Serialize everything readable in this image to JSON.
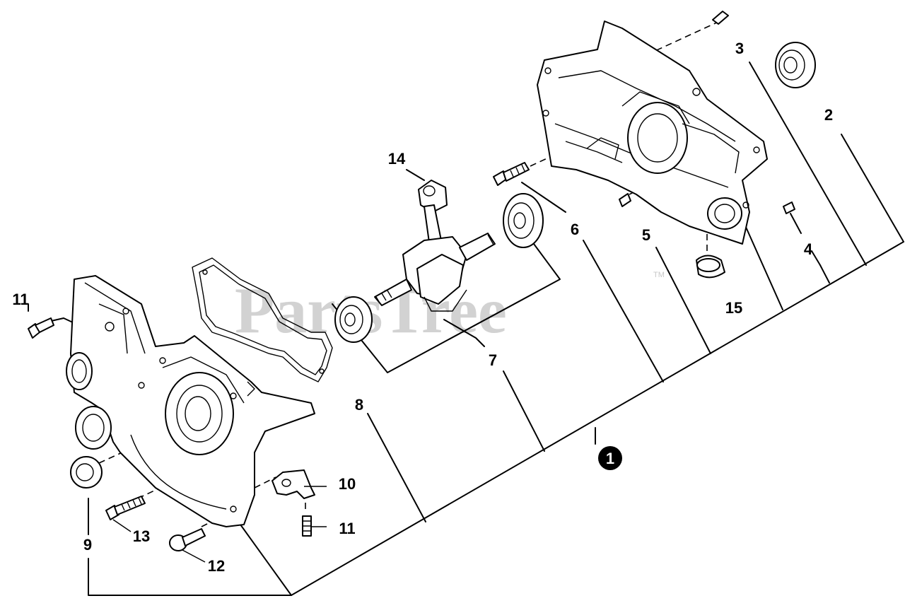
{
  "watermark": {
    "text": "PartsTree",
    "tm": "TM"
  },
  "callouts": {
    "c1": "1",
    "c2": "2",
    "c3": "3",
    "c4": "4",
    "c5": "5",
    "c6": "6",
    "c7": "7",
    "c8": "8",
    "c9": "9",
    "c10": "10",
    "c11a": "11",
    "c11b": "11",
    "c12": "12",
    "c13": "13",
    "c14": "14",
    "c15": "15"
  },
  "colors": {
    "line": "#000000",
    "background": "#ffffff",
    "watermark": "#d2d2d2"
  }
}
